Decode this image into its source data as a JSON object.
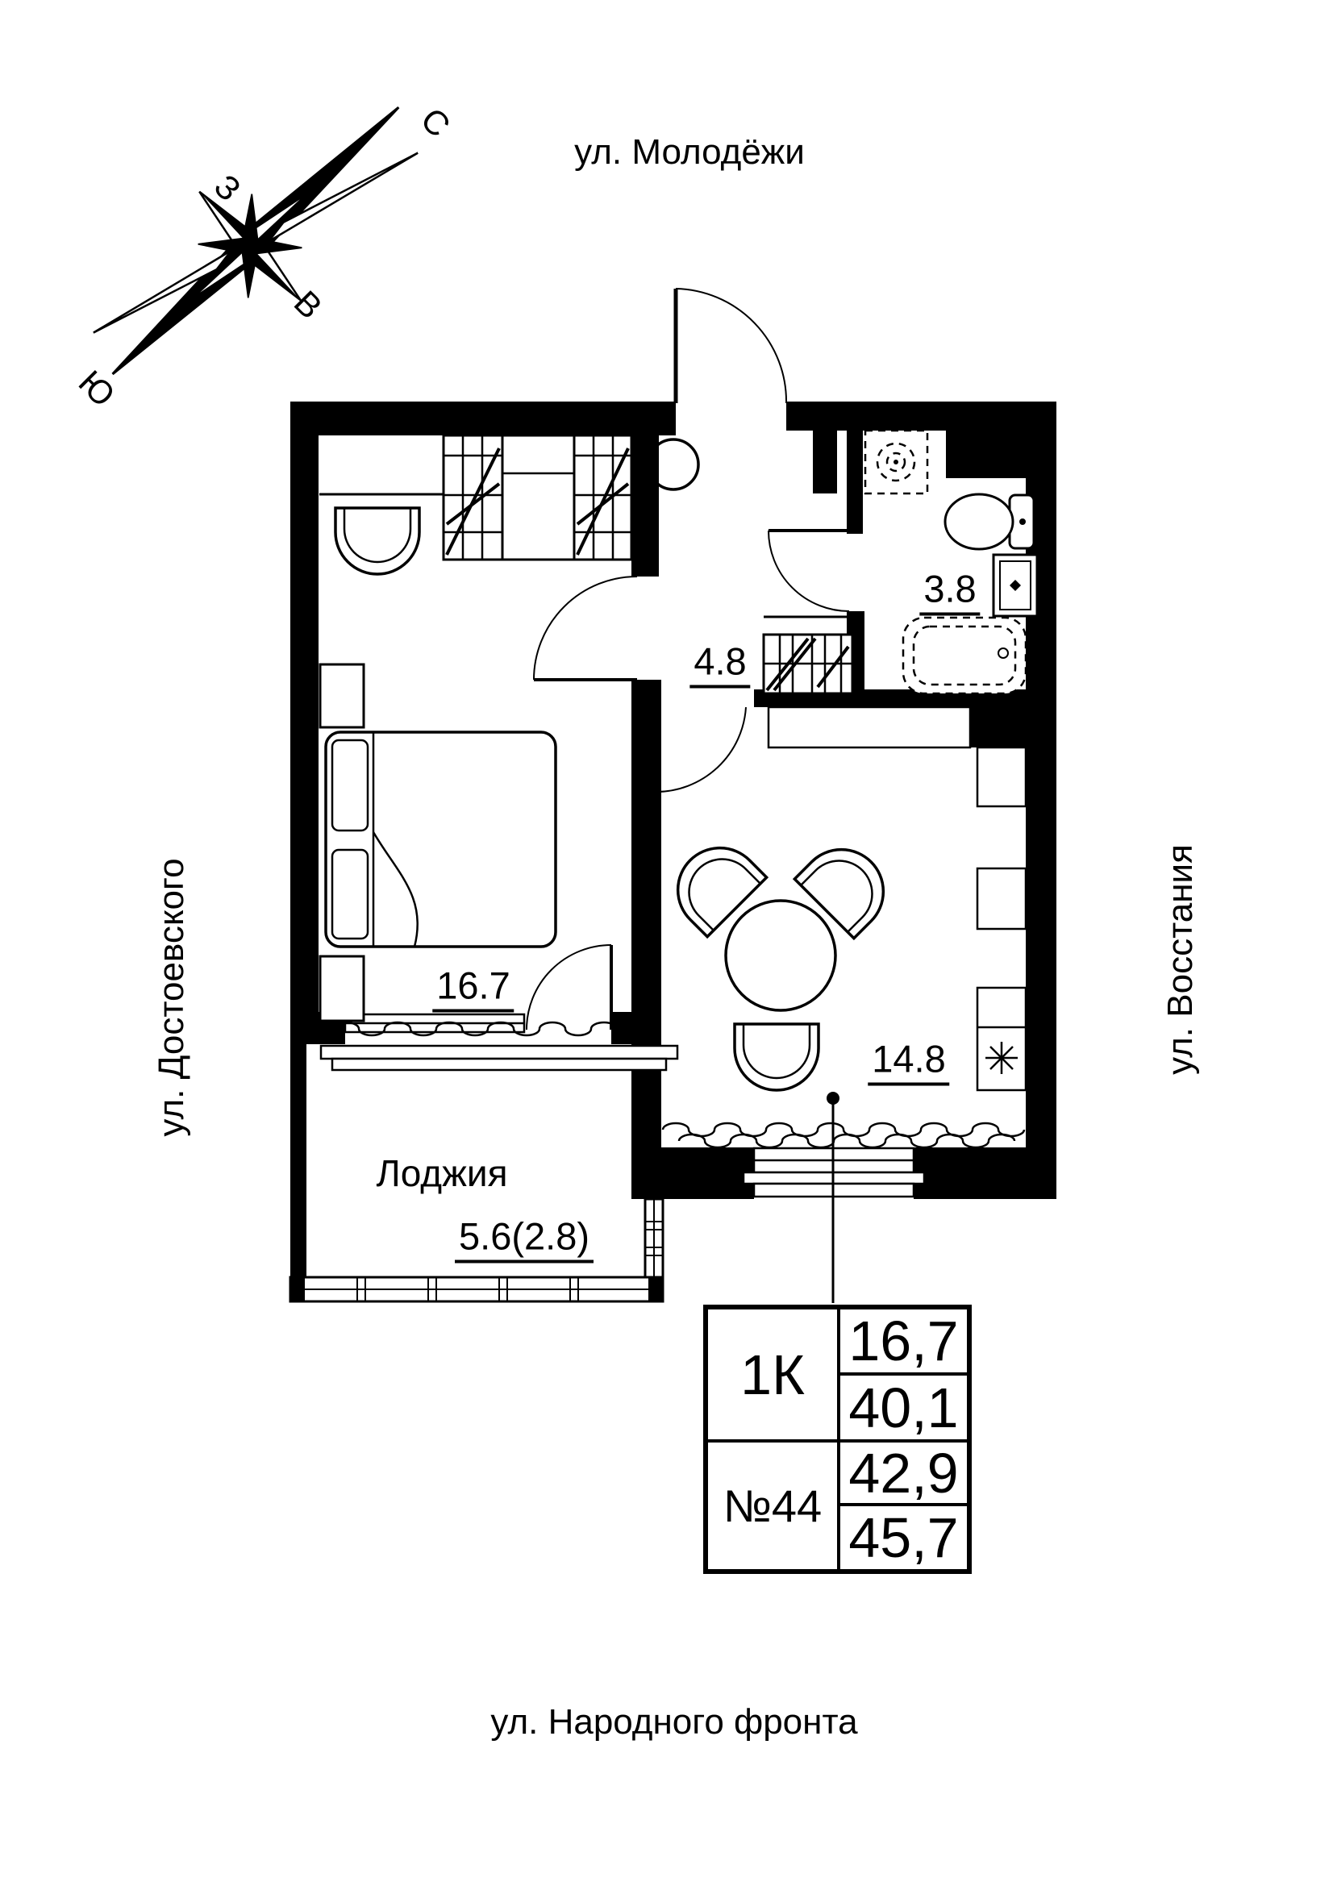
{
  "compass": {
    "north": "С",
    "west": "З",
    "east": "В",
    "south": "Ю"
  },
  "streets": {
    "top": "ул. Молодёжи",
    "left": "ул. Достоевского",
    "right": "ул. Восстания",
    "bottom": "ул. Народного фронта"
  },
  "rooms": {
    "bedroom_area": "16.7",
    "hall_area": "4.8",
    "bathroom_area": "3.8",
    "kitchen_living_area": "14.8",
    "loggia_name": "Лоджия",
    "loggia_area": "5.6(2.8)"
  },
  "info_table": {
    "unit_type": "1К",
    "unit_number": "№44",
    "living_area": "16,7",
    "area_without_loggia": "40,1",
    "area_reduced_loggia": "42,9",
    "area_full": "45,7"
  },
  "colors": {
    "ink": "#000000",
    "paper": "#ffffff"
  }
}
